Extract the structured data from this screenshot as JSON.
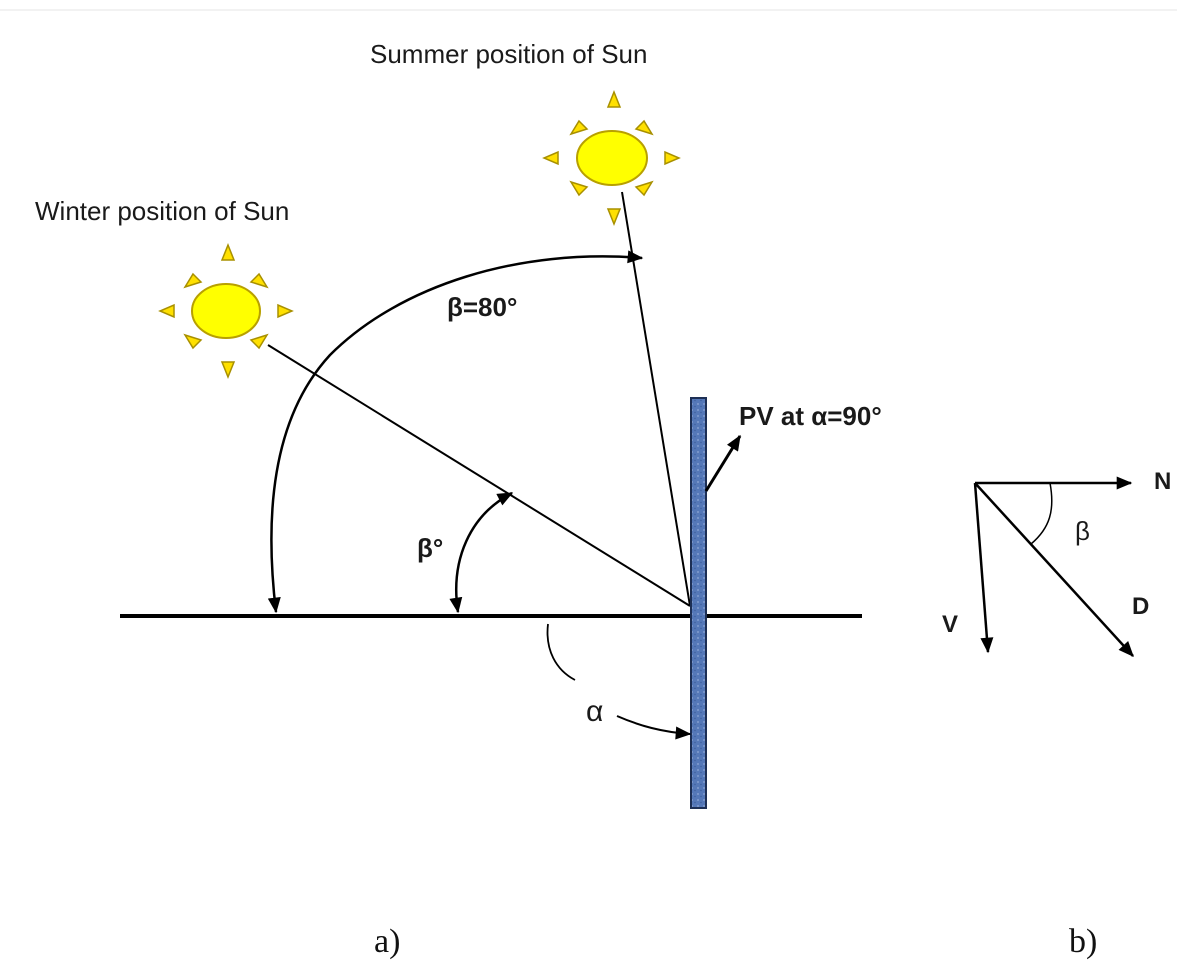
{
  "diagram_a": {
    "summer_label": "Summer position of Sun",
    "winter_label": "Winter position of Sun",
    "beta_80_label": "β=80°",
    "beta_label": "β°",
    "pv_label": "PV at α=90°",
    "alpha_label": "α",
    "caption": "a)"
  },
  "diagram_b": {
    "n_label": "N",
    "beta_label": "β",
    "v_label": "V",
    "d_label": "D",
    "caption": "b)"
  },
  "colors": {
    "sun_fill": "#FFFF00",
    "sun_stroke": "#B8A000",
    "ray_fill": "#FFE000",
    "panel_fill": "#4F72B3",
    "line": "#000000"
  }
}
